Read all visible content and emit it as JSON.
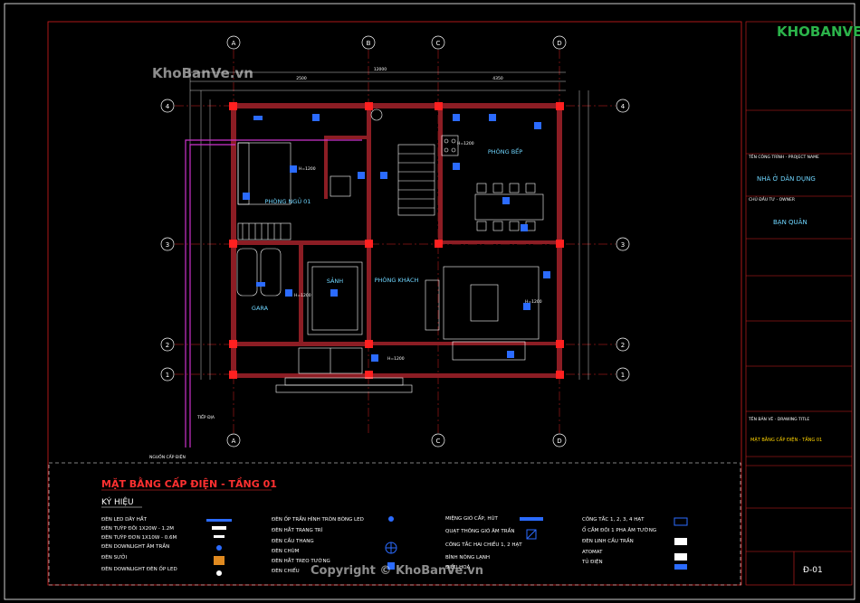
{
  "drawing": {
    "title": "MẶT BẰNG CẤP ĐIỆN - TẦNG 01",
    "legend_heading": "KÝ HIỆU",
    "sheet_number": "Đ-01"
  },
  "watermark": {
    "site": "KhoBanVe.vn",
    "copyright": "Copyright © KhoBanVe.vn",
    "logo": "KHOBANVE"
  },
  "grid": {
    "columns": [
      "A",
      "B",
      "C",
      "D"
    ],
    "rows": [
      "4",
      "3",
      "2",
      "1"
    ]
  },
  "dimensions": {
    "overall": "12000",
    "segments": [
      "2500",
      "4350"
    ]
  },
  "rooms": [
    {
      "name": "PHÒNG NGỦ 01"
    },
    {
      "name": "PHÒNG BẾP"
    },
    {
      "name": "SẢNH"
    },
    {
      "name": "PHÒNG KHÁCH"
    },
    {
      "name": "GARA"
    }
  ],
  "annotations": {
    "h_labels": [
      "H=1200",
      "H=1200",
      "H=1200",
      "H=1200",
      "H=1200"
    ],
    "note_top": "TIẾP ĐỊA",
    "note_bottom": "NGUỒN CẤP ĐIỆN"
  },
  "legend_col1": [
    "ĐÈN LED DÂY HẮT",
    "ĐÈN TUÝP ĐÔI 1X20W - 1.2M",
    "ĐÈN TUÝP ĐƠN 1X10W - 0.6M",
    "ĐÈN DOWNLIGHT ÂM TRẦN",
    "ĐÈN SƯỞI",
    "ĐÈN DOWNLIGHT ĐÈN ỐP LED"
  ],
  "legend_col2": [
    "ĐÈN ỐP TRẦN HÌNH TRÒN BÓNG LED",
    "ĐÈN HẮT TRANG TRÍ",
    "ĐÈN CẦU THANG",
    "ĐÈN CHÙM",
    "ĐÈN HẮT TREO TƯỜNG",
    "ĐÈN CHIẾU"
  ],
  "legend_col3": [
    "MIỆNG GIÓ CẤP, HÚT",
    "QUẠT THÔNG GIÓ ÂM TRẦN",
    "CÔNG TẮC HAI CHIỀU 1, 2 HẠT",
    "BÌNH NÓNG LẠNH",
    "ĐIỀU HOÀ"
  ],
  "legend_col4": [
    "CÔNG TẮC 1, 2, 3, 4 HẠT",
    "Ổ CẮM ĐÔI 1 PHA ÂM TƯỜNG",
    "ĐÈN LINH CẦU TRẦN",
    "ATOMAT",
    "TỦ ĐIỆN"
  ],
  "title_block": {
    "project_label": "TÊN CÔNG TRÌNH - PROJECT NAME",
    "project_value": "NHÀ Ở DÂN DỤNG",
    "owner_label": "CHỦ ĐẦU TƯ - OWNER",
    "owner_value": "BẠN QUÂN",
    "sheet_title_label": "TÊN BẢN VẼ - DRAWING TITLE",
    "sheet_title_value": "MẶT BẰNG CẤP ĐIỆN - TẦNG 01"
  },
  "colors": {
    "wall": "#8c1d24",
    "grid_line": "#d92020",
    "column": "#ff2020",
    "furniture": "#ffffff",
    "device": "#2b6bff",
    "cable": "#cc33cc",
    "title_red": "#ff3030",
    "title_block_text": "#6fd6ff",
    "logo_green": "#2bb34a"
  }
}
